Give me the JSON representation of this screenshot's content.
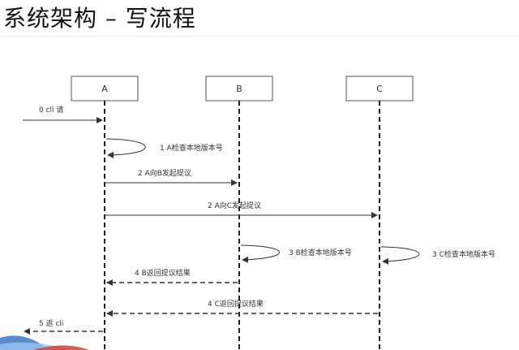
{
  "slide": {
    "title": "系统架构 – 写流程"
  },
  "participants": [
    {
      "id": "A",
      "label": "A"
    },
    {
      "id": "B",
      "label": "B"
    },
    {
      "id": "C",
      "label": "C"
    }
  ],
  "messages": [
    {
      "step": "0",
      "label": "0  cli  请",
      "from": "client",
      "to": "A",
      "style": "solid"
    },
    {
      "step": "1",
      "label": "1  A检查本地版本号",
      "from": "A",
      "to": "A",
      "style": "self"
    },
    {
      "step": "2",
      "label": "2  A向B发起提议",
      "from": "A",
      "to": "B",
      "style": "solid"
    },
    {
      "step": "2",
      "label": "2  A向C发起提议",
      "from": "A",
      "to": "C",
      "style": "solid"
    },
    {
      "step": "3",
      "label": "3  B检查本地版本号",
      "from": "B",
      "to": "B",
      "style": "self"
    },
    {
      "step": "3",
      "label": "3  C检查本地版本号",
      "from": "C",
      "to": "C",
      "style": "self"
    },
    {
      "step": "4",
      "label": "4  B返回提议结果",
      "from": "B",
      "to": "A",
      "style": "dashed"
    },
    {
      "step": "4",
      "label": "4  C返回提议结果",
      "from": "C",
      "to": "A",
      "style": "dashed"
    },
    {
      "step": "5",
      "label": "5  返  cli",
      "from": "A",
      "to": "client",
      "style": "dashed"
    }
  ],
  "colors": {
    "line": "#333333",
    "box_border": "#555555",
    "text": "#333333"
  }
}
